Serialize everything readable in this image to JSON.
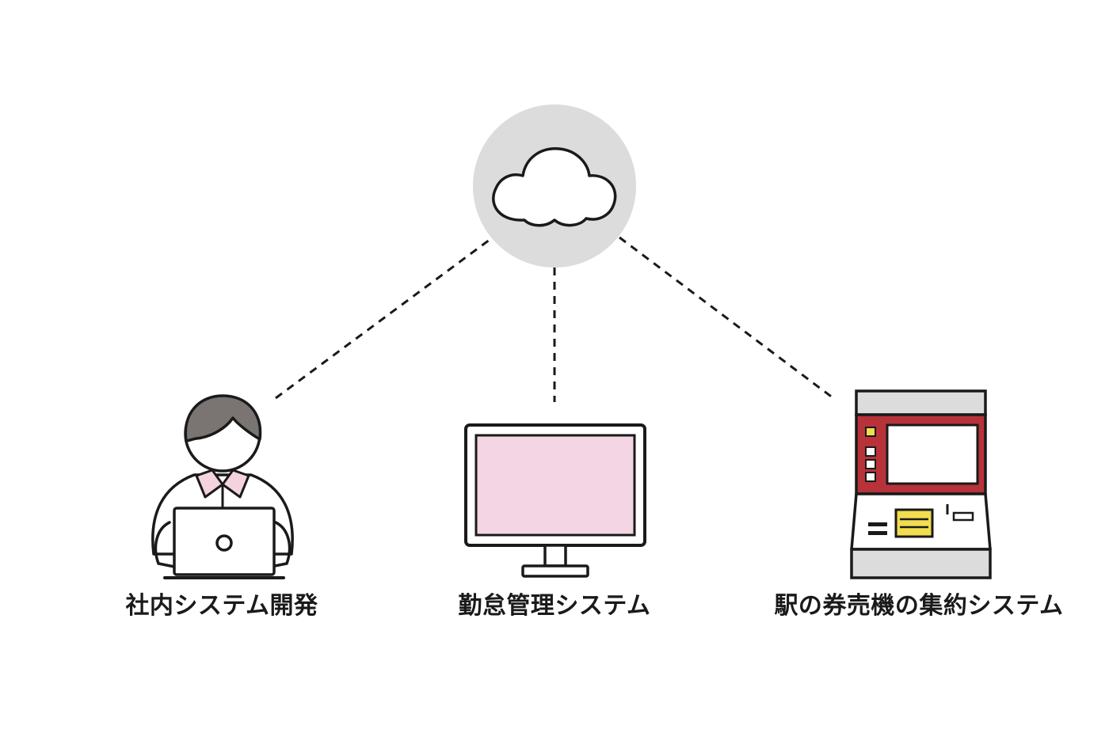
{
  "nodes": [
    {
      "id": "dev",
      "label": "社内システム開発",
      "icon": "developer-with-laptop-icon"
    },
    {
      "id": "attendance",
      "label": "勤怠管理システム",
      "icon": "monitor-icon"
    },
    {
      "id": "ticket",
      "label": "駅の券売機の集約システム",
      "icon": "ticket-machine-icon"
    }
  ],
  "hub": {
    "icon": "cloud-icon"
  },
  "colors": {
    "outline": "#1a1a1a",
    "hub_circle": "#dcdcdc",
    "hair": "#7a7472",
    "collar_pink": "#f5d3de",
    "screen_pink": "#f4d5e3",
    "machine_red": "#b8323a",
    "machine_gray": "#dcdcdc",
    "button_yellow": "#f2dc4f"
  }
}
